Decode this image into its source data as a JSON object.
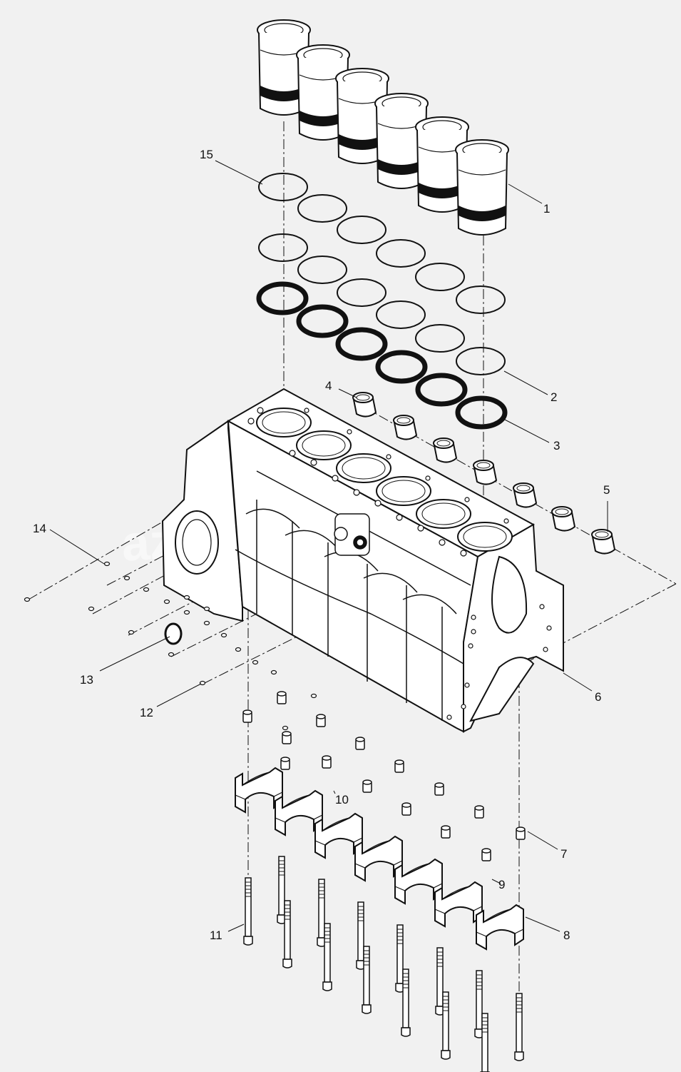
{
  "callouts": {
    "c1": "1",
    "c2": "2",
    "c3": "3",
    "c4": "4",
    "c5": "5",
    "c6": "6",
    "c7": "7",
    "c8": "8",
    "c9": "9",
    "c10": "10",
    "c11": "11",
    "c12": "12",
    "c13": "13",
    "c14": "14",
    "c15": "15"
  },
  "watermark": "az-drive.ru",
  "colors": {
    "background": "#f1f1f1",
    "line": "#111111"
  }
}
